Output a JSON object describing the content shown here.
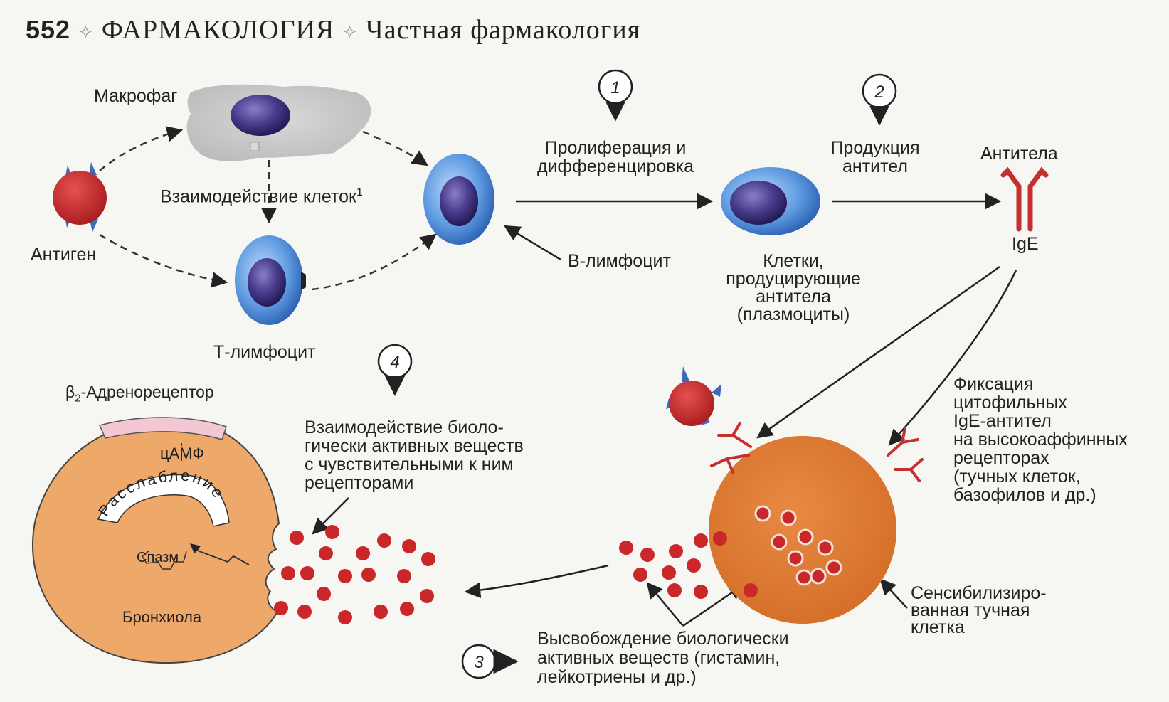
{
  "header": {
    "page_number": "552",
    "section": "ФАРМАКОЛОГИЯ",
    "subsection": "Частная фармакология"
  },
  "labels": {
    "macrophage": "Макрофаг",
    "antigen": "Антиген",
    "cell_interaction": "Взаимодействие клеток",
    "cell_interaction_sup": "1",
    "t_lymphocyte": "Т-лимфоцит",
    "b_lymphocyte": "В-лимфоцит",
    "proliferation_1": "Пролиферация и",
    "proliferation_2": "дифференцировка",
    "production_1": "Продукция",
    "production_2": "антител",
    "antibodies": "Антитела",
    "ige": "IgE",
    "plasma_1": "Клетки,",
    "plasma_2": "продуцирующие",
    "plasma_3": "антитела",
    "plasma_4": "(плазмоциты)",
    "receptor_prefix": "β",
    "receptor_sub": "2",
    "receptor_suffix": "-Адренорецептор",
    "camp": "цАМФ",
    "relaxation": "Расслабление",
    "spasm": "Спазм",
    "bronchiole": "Бронхиола",
    "bas_1": "Взаимодействие биоло-",
    "bas_2": "гически активных веществ",
    "bas_3": "с чувствительными к ним",
    "bas_4": "рецепторами",
    "fix_1": "Фиксация",
    "fix_2": "цитофильных",
    "fix_3": "IgE-антител",
    "fix_4": "на высокоаффинных",
    "fix_5": "рецепторах",
    "fix_6": "(тучных клеток,",
    "fix_7": "базофилов и др.)",
    "mast_1": "Сенсибилизиро-",
    "mast_2": "ванная тучная",
    "mast_3": "клетка",
    "release_1": "Высвобождение  биологически",
    "release_2": "активных веществ (гистамин,",
    "release_3": "лейкотриены и др.)"
  },
  "steps": [
    "1",
    "2",
    "3",
    "4"
  ],
  "colors": {
    "nucleus": "#3b2f7a",
    "lymphocyte": "#3f7fd0",
    "antigen": "#c9272a",
    "mast_cell": "#dd7a32",
    "bronchiole": "#eea86a",
    "ige": "#c62f2f",
    "macrophage": "#c4c4c4"
  }
}
